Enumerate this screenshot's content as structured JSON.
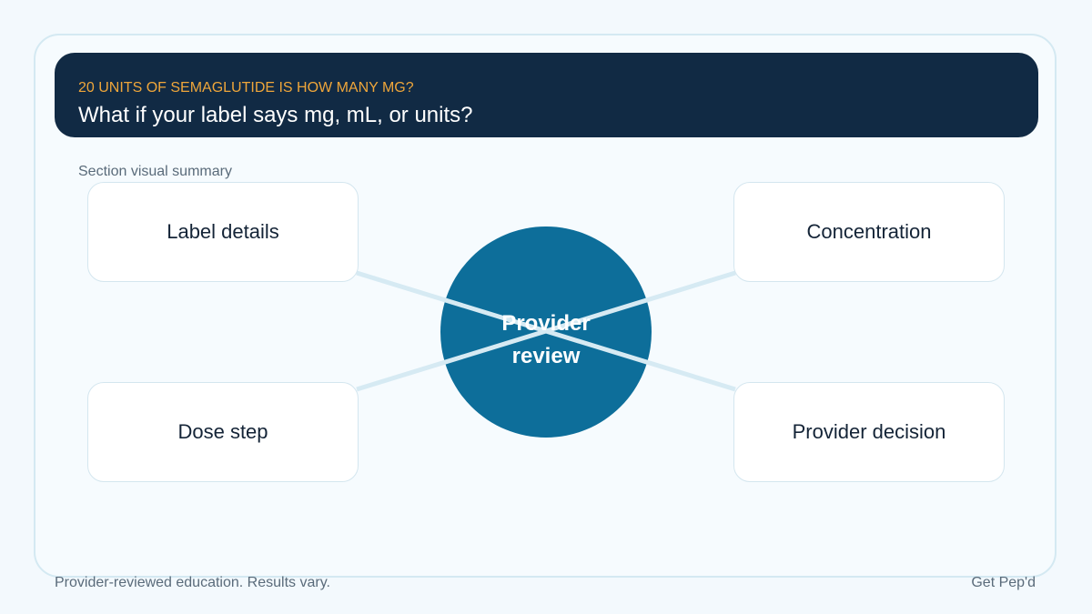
{
  "header": {
    "eyebrow": "20 UNITS OF SEMAGLUTIDE IS HOW MANY MG?",
    "title": "What if your label says mg, mL, or units?"
  },
  "section_label": "Section visual summary",
  "diagram": {
    "center": {
      "line1": "Provider",
      "line2": "review"
    },
    "nodes": [
      {
        "id": "top-left",
        "label": "Label details"
      },
      {
        "id": "top-right",
        "label": "Concentration"
      },
      {
        "id": "bottom-left",
        "label": "Dose step"
      },
      {
        "id": "bottom-right",
        "label": "Provider decision"
      }
    ],
    "colors": {
      "center_fill": "#0d6e9a",
      "connector": "#d6eaf3",
      "header_bg": "#112a44",
      "eyebrow": "#efa63a"
    }
  },
  "footer": {
    "disclaimer": "Provider-reviewed education. Results vary.",
    "brand": "Get Pep'd"
  }
}
